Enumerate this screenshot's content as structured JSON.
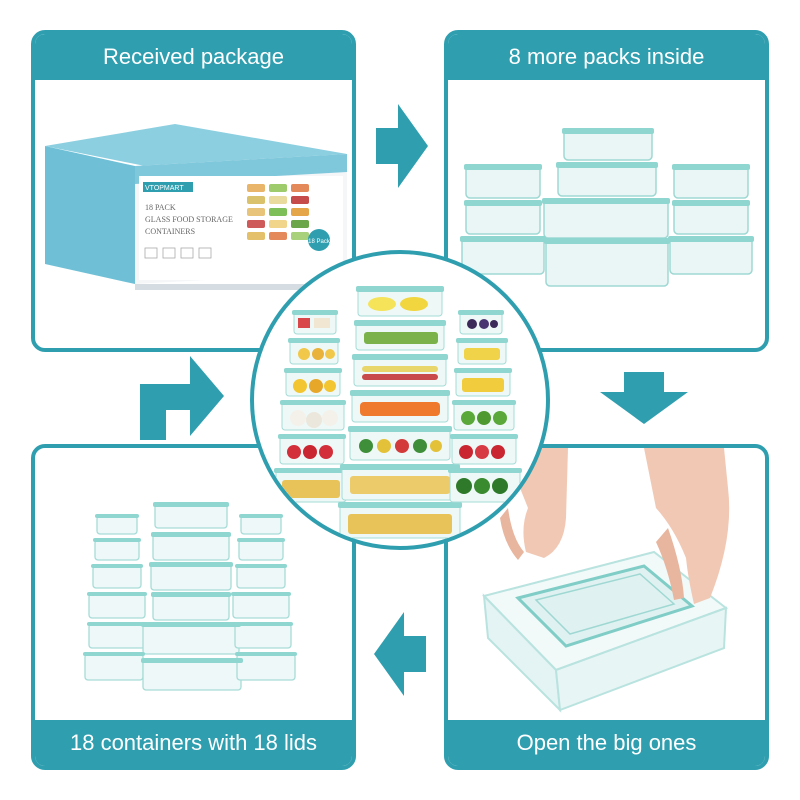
{
  "panels": {
    "received": {
      "caption": "Received package"
    },
    "packs": {
      "caption": "8 more packs inside"
    },
    "containers": {
      "caption": "18 containers with 18 lids"
    },
    "open": {
      "caption": "Open the big ones"
    }
  },
  "package_box": {
    "brand": "VTOPMART",
    "line1": "18 PACK",
    "line2": "GLASS FOOD STORAGE",
    "line3": "CONTAINERS",
    "badge": "18 Pack"
  },
  "colors": {
    "accent": "#2f9fb0",
    "lid": "#8fd6d0",
    "glass": "#eaf6f6"
  },
  "icons": {
    "arrow_right": "arrow-right-icon",
    "arrow_down": "arrow-down-icon",
    "arrow_left": "arrow-left-icon",
    "arrow_corner": "arrow-corner-icon"
  }
}
